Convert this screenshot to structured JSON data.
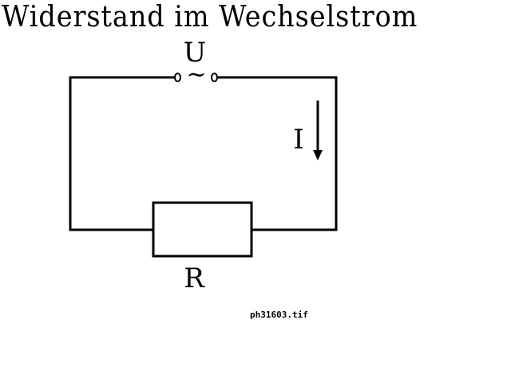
{
  "title": "Widerstand im Wechselstrom",
  "circuit": {
    "voltage_label": "U",
    "source_symbol": "~",
    "current_label": "I",
    "resistor_label": "R"
  },
  "filename": "ph31603.tif"
}
